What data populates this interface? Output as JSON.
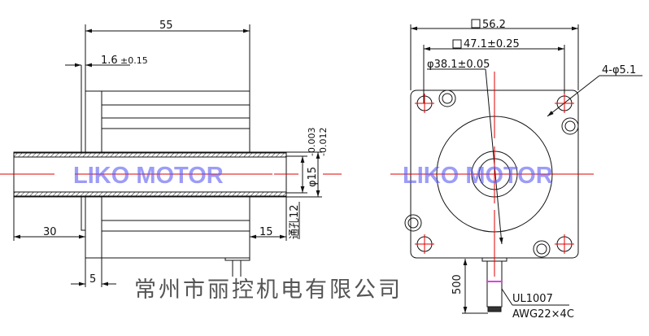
{
  "watermark": "LIKO MOTOR",
  "company": "常州市丽控机电有限公司",
  "side_view": {
    "length": "55",
    "flange_thickness": "1.6",
    "flange_tol": "±0.15",
    "shaft_front": "30",
    "shaft_rear": "15",
    "boss_length": "5",
    "shaft_dia": "φ15",
    "shaft_tol_upper": "-0.003",
    "shaft_tol_lower": "-0.012",
    "through_hole": "通孔12"
  },
  "front_view": {
    "square": "56.2",
    "hole_pitch": "47.1±0.25",
    "pilot_dia": "φ38.1±0.05",
    "mount_holes": "4-φ5.1",
    "lead_length": "500",
    "cable_type": "UL1007",
    "cable_spec": "AWG22×4C"
  },
  "colors": {
    "centerline": "#e00000",
    "watermark": "#5b5bf5",
    "cable_band": "#e040e0"
  }
}
